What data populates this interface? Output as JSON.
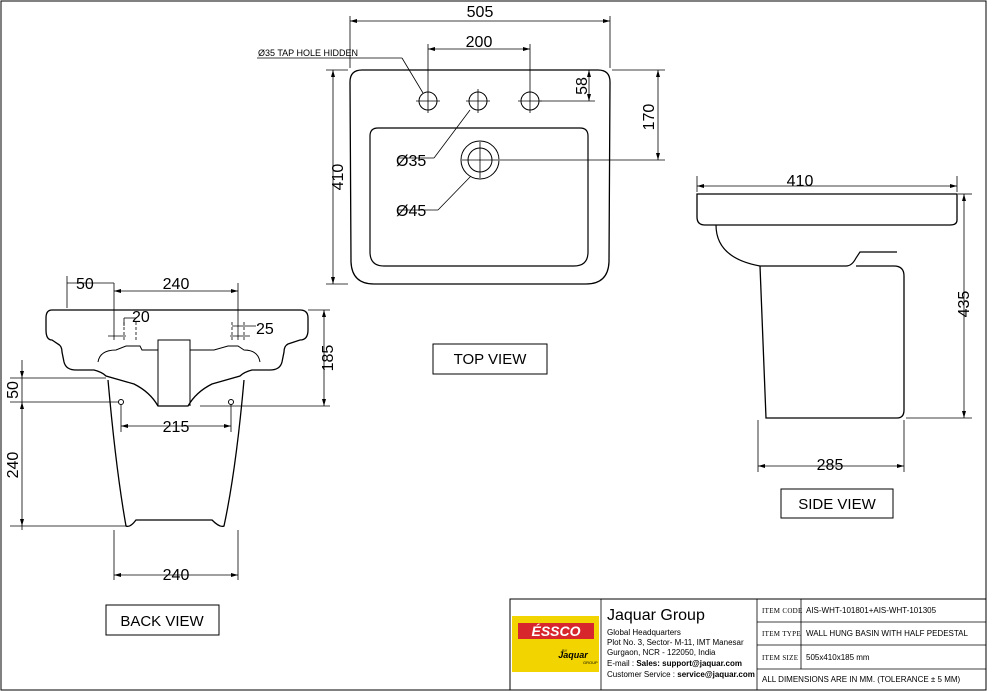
{
  "dimensions": {
    "top_width": "505",
    "tap_spacing": "200",
    "tap_hole_hidden": "Ø35 TAP HOLE HIDDEN",
    "tap_offset": "58",
    "depth_170": "170",
    "depth_410": "410",
    "tap_dia": "Ø35",
    "waste_dia": "Ø45",
    "side_width": "410",
    "side_height": "435",
    "side_bottom": "285",
    "back_50_top": "50",
    "back_240_top": "240",
    "back_20": "20",
    "back_25": "25",
    "back_185": "185",
    "back_50_left": "50",
    "back_215": "215",
    "back_240_left": "240",
    "back_240_bottom": "240"
  },
  "views": {
    "top": "TOP VIEW",
    "side": "SIDE VIEW",
    "back": "BACK VIEW"
  },
  "title_block": {
    "logo_text": "ÉSSCO",
    "logo_by": "BY",
    "logo_jaquar": "Jaquar",
    "logo_group": "GROUP",
    "company": "Jaquar Group",
    "hq": "Global Headquarters",
    "address1": "Plot No. 3, Sector- M-11, IMT Manesar",
    "address2": "Gurgaon, NCR - 122050, India",
    "email_prefix": "E-mail : ",
    "email_label": "Sales: ",
    "email_value": "support@jaquar.com",
    "service_prefix": "Customer Service : ",
    "service_value": "service@jaquar.com",
    "item_code_label": "ITEM CODE",
    "item_code_value": "AIS-WHT-101801+AIS-WHT-101305",
    "item_type_label": "ITEM TYPE",
    "item_type_value": "WALL HUNG BASIN WITH HALF PEDESTAL",
    "item_size_label": "ITEM SIZE",
    "item_size_value": "505x410x185 mm",
    "note": "ALL DIMENSIONS ARE IN MM. (TOLERANCE ± 5 MM)"
  },
  "colors": {
    "logo_yellow": "#f2d500",
    "logo_red": "#d8262d"
  }
}
